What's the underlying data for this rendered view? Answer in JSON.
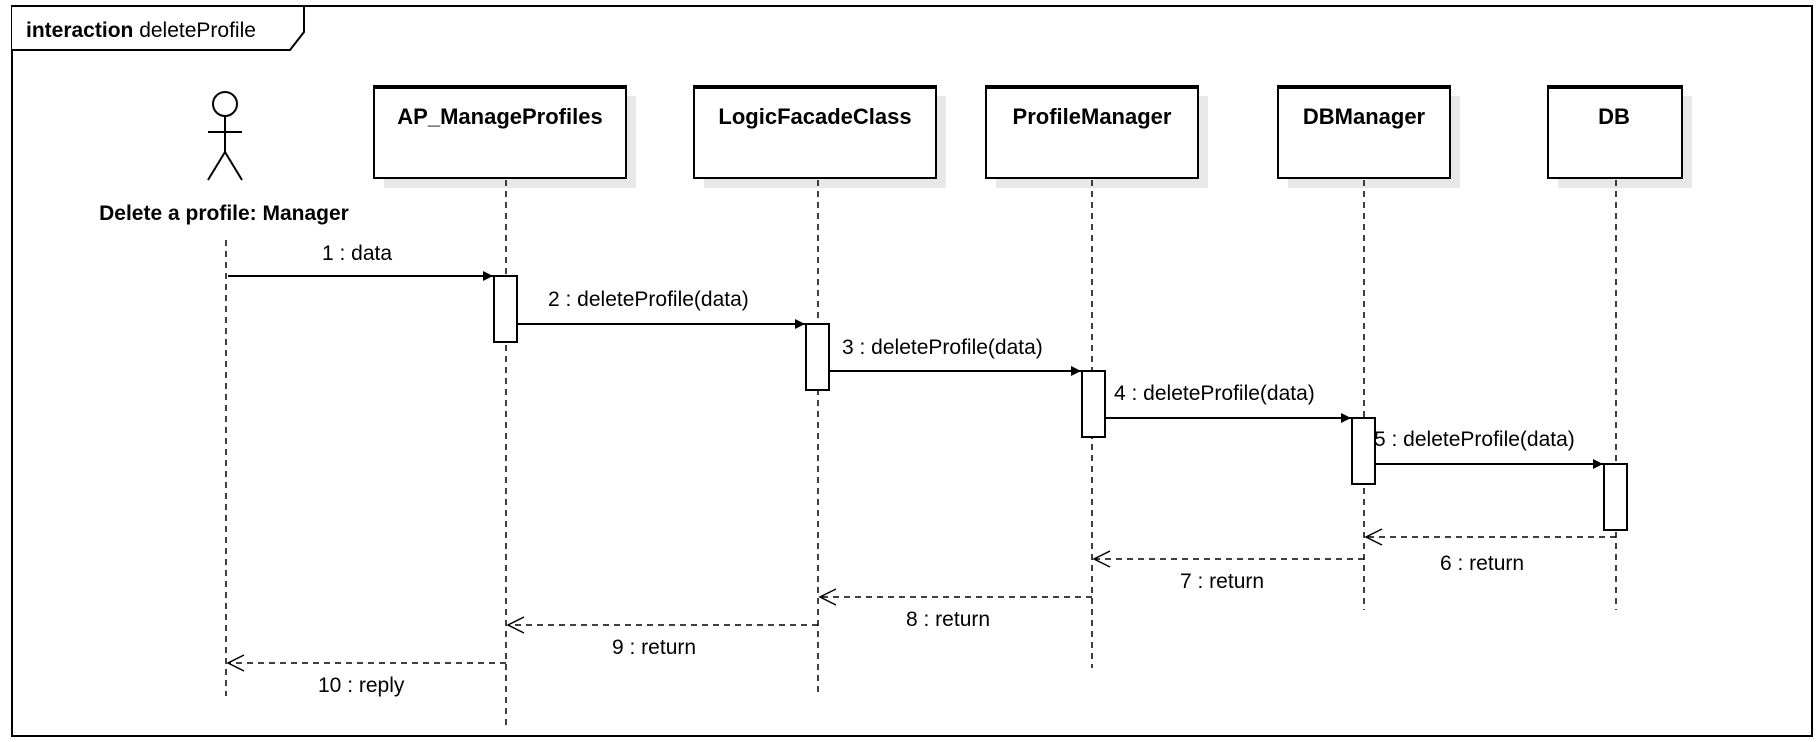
{
  "frame": {
    "keyword": "interaction",
    "name": "deleteProfile"
  },
  "actor": {
    "label": "Delete a profile: Manager"
  },
  "lifelines": [
    {
      "id": "ap",
      "label": "AP_ManageProfiles"
    },
    {
      "id": "lf",
      "label": "LogicFacadeClass"
    },
    {
      "id": "pm",
      "label": "ProfileManager"
    },
    {
      "id": "dbm",
      "label": "DBManager"
    },
    {
      "id": "db",
      "label": "DB"
    }
  ],
  "messages": [
    {
      "label": "1 : data",
      "kind": "sync"
    },
    {
      "label": "2 : deleteProfile(data)",
      "kind": "sync"
    },
    {
      "label": "3 : deleteProfile(data)",
      "kind": "sync"
    },
    {
      "label": "4 : deleteProfile(data)",
      "kind": "sync"
    },
    {
      "label": "5 : deleteProfile(data)",
      "kind": "sync"
    },
    {
      "label": "6 : return",
      "kind": "return"
    },
    {
      "label": "7 : return",
      "kind": "return"
    },
    {
      "label": "8 : return",
      "kind": "return"
    },
    {
      "label": "9 : return",
      "kind": "return"
    },
    {
      "label": "10 : reply",
      "kind": "return"
    }
  ]
}
